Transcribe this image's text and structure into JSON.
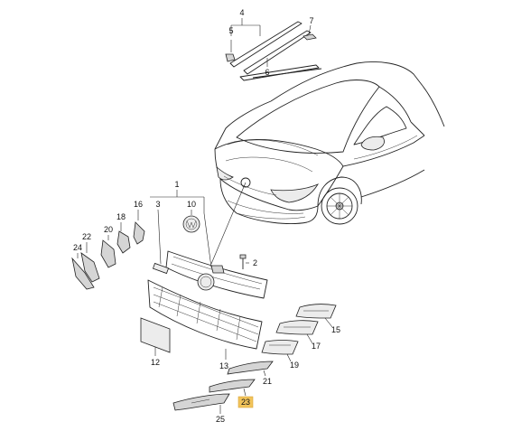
{
  "diagram": {
    "callouts": [
      {
        "key": "c1",
        "text": "1"
      },
      {
        "key": "c2",
        "text": "2"
      },
      {
        "key": "c3",
        "text": "3"
      },
      {
        "key": "c4",
        "text": "4"
      },
      {
        "key": "c5",
        "text": "5"
      },
      {
        "key": "c6",
        "text": "6"
      },
      {
        "key": "c7",
        "text": "7"
      },
      {
        "key": "c10",
        "text": "10"
      },
      {
        "key": "c12",
        "text": "12"
      },
      {
        "key": "c13",
        "text": "13"
      },
      {
        "key": "c15",
        "text": "15"
      },
      {
        "key": "c16",
        "text": "16"
      },
      {
        "key": "c17",
        "text": "17"
      },
      {
        "key": "c18",
        "text": "18"
      },
      {
        "key": "c19",
        "text": "19"
      },
      {
        "key": "c20",
        "text": "20"
      },
      {
        "key": "c21",
        "text": "21"
      },
      {
        "key": "c22",
        "text": "22"
      },
      {
        "key": "c23",
        "text": "23"
      },
      {
        "key": "c24",
        "text": "24"
      },
      {
        "key": "c25",
        "text": "25"
      }
    ],
    "highlighted_callout": "23",
    "highlight_color": "#f2c45a"
  }
}
